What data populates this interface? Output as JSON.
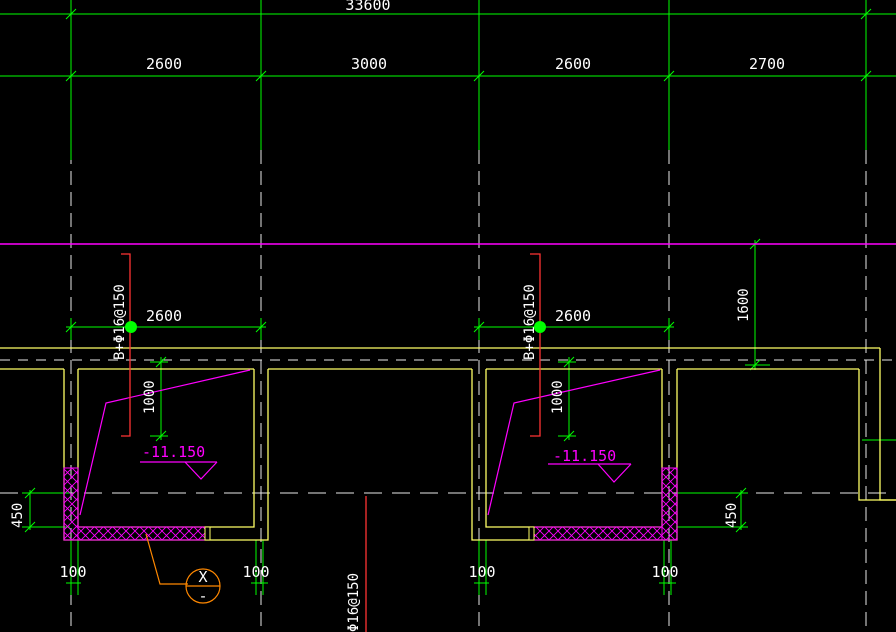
{
  "drawing": {
    "top_total_dimension": "33600",
    "span_dimensions": [
      "2600",
      "3000",
      "2600",
      "2700"
    ],
    "left_pit": {
      "span_dimension": "2600",
      "rebar_label": "B+Φ16@150",
      "height_dimension": "1000",
      "elevation": "-11.150",
      "offset_dimension": "450",
      "bottom_left_dimension": "100",
      "bottom_right_dimension": "100"
    },
    "right_pit": {
      "span_dimension": "2600",
      "rebar_label": "B+Φ16@150",
      "height_dimension": "1000",
      "elevation": "-11.150",
      "offset_dimension": "450",
      "bottom_dimension": "100"
    },
    "right_edge_dimension": "1600",
    "bottom_rebar_label": "Φ16@150",
    "grid_bubble_label": "X",
    "colors": {
      "background": "#000000",
      "dimension": "#00ff00",
      "wall": "#ffff66",
      "annotation": "#ff00ff",
      "rebar": "#ff3333",
      "axis": "#ffffff",
      "leader": "#ff8800",
      "text": "#ffffff"
    }
  }
}
